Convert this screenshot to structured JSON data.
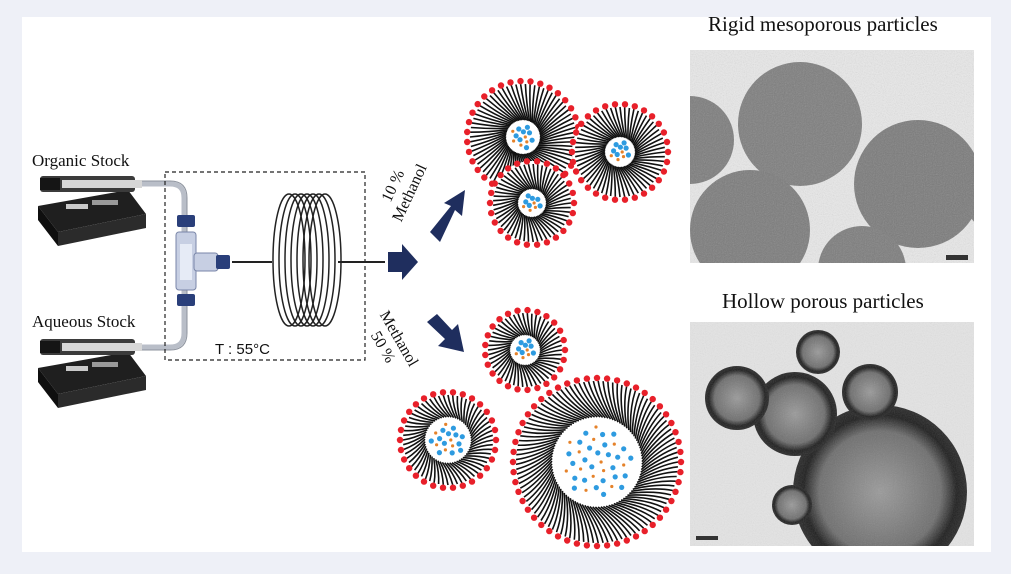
{
  "labels": {
    "organic_stock": "Organic Stock",
    "aqueous_stock": "Aqueous Stock",
    "temperature": "T : 55°C",
    "methanol_10_pct": "10 %",
    "methanol_10_word": "Methanol",
    "methanol_50_word": "Methanol",
    "methanol_50_pct": "50 %",
    "rigid_title": "Rigid mesoporous particles",
    "hollow_title": "Hollow porous particles"
  },
  "colors": {
    "background": "#eef0f7",
    "panel": "#ffffff",
    "arrow": "#1f2e5e",
    "lipid_head": "#e8202a",
    "lipid_tail": "#111111",
    "core_blue": "#2e9be0",
    "core_orange": "#e5822a",
    "connector": "#2a3f7a"
  },
  "icons": {
    "pump": "syringe-pump-icon",
    "mixer": "t-junction-mixer-icon",
    "coil": "heating-coil-icon",
    "arrow": "flow-arrow-icon",
    "micelle": "micelle-icon",
    "micrograph": "tem-micrograph-image"
  }
}
